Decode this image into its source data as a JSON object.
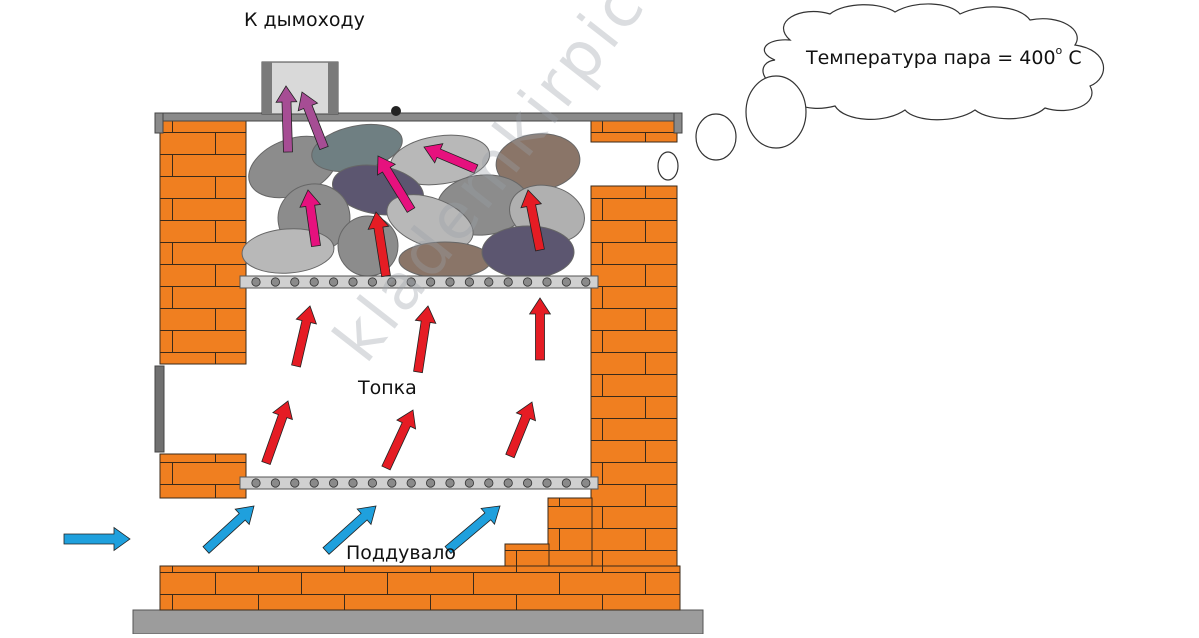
{
  "labels": {
    "chimney": "К дымоходу",
    "firebox": "Топка",
    "ashpit": "Поддувало",
    "steam_prefix": "Температура пара = 400",
    "degree": "o",
    "steam_unit": " С"
  },
  "watermark": "klademkirpich.ru",
  "colors": {
    "brick": "#f07f20",
    "mortar": "#3a2a1a",
    "steel": "#8a8a8a",
    "grate": "#d0d0d0",
    "heat_arrow": "#e51c24",
    "steam_arrow": "#e6117e",
    "smoke_arrow": "#a64d94",
    "air_arrow": "#1fa0dd",
    "base": "#9c9c9c"
  }
}
